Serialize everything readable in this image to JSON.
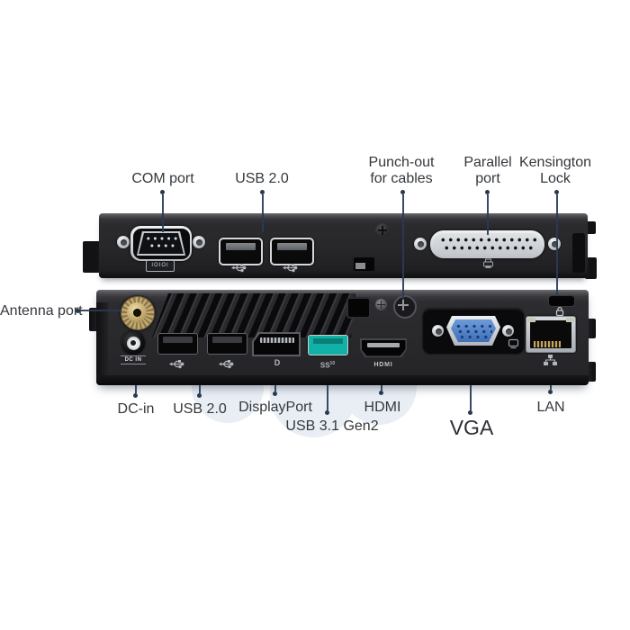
{
  "diagram_type": "hardware-port-callout-diagram",
  "device": {
    "panels": [
      "top-unit-rear-io",
      "bottom-unit-rear-io"
    ]
  },
  "labels": {
    "com_port": "COM port",
    "usb20_top": "USB 2.0",
    "punch_out_1": "Punch-out",
    "punch_out_2": "for cables",
    "parallel_1": "Parallel",
    "parallel_2": "port",
    "kensington_1": "Kensington",
    "kensington_2": "Lock",
    "antenna_port": "Antenna port",
    "dc_in": "DC-in",
    "usb20_bottom": "USB 2.0",
    "displayport": "DisplayPort",
    "usb31_gen2": "USB 3.1 Gen2",
    "hdmi": "HDMI",
    "vga": "VGA",
    "lan": "LAN"
  },
  "port_markings": {
    "dc_in": "DC IN",
    "hdmi": "HDMI",
    "serial": "IOIOI",
    "usb31_ss": "SS",
    "usb31_speed": "10",
    "displayport_logo": "D"
  },
  "icons": [
    "usb-trident-icon",
    "displayport-icon",
    "usb31-ss10-icon",
    "printer-icon",
    "serial-ioioi-icon",
    "monitor-icon",
    "lan-network-icon",
    "padlock-icon",
    "dc-in-icon"
  ],
  "colors": {
    "background": "#ffffff",
    "label_text": "#34373c",
    "leader_line": "#2c3e54",
    "chassis_dark": "#27272a",
    "usb31_teal": "#12b1a7",
    "vga_blue": "#4d82cc",
    "antenna_gold": "#c4aa70",
    "watermark_circle": "#e9eef5"
  }
}
